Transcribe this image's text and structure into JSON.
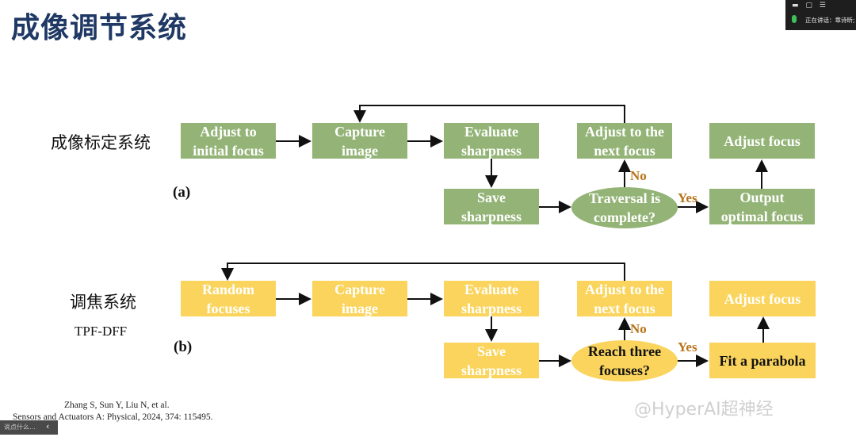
{
  "title": "成像调节系统",
  "meeting_widget": {
    "status": "正在讲话：",
    "speaker": "章诗昕;"
  },
  "bottom_bar": {
    "text": "说点什么...",
    "chevron": "‹"
  },
  "row_a": {
    "label": "成像标定系统",
    "panel": "(a)",
    "nodes": {
      "adjust_initial": "Adjust to\ninitial focus",
      "capture": "Capture\nimage",
      "evaluate": "Evaluate\nsharpness",
      "adjust_next": "Adjust to the\nnext focus",
      "adjust_focus": "Adjust focus",
      "save": "Save\nsharpness",
      "decision": "Traversal is\ncomplete?",
      "output": "Output\noptimal focus"
    },
    "edges": {
      "no": "No",
      "yes": "Yes"
    }
  },
  "row_b": {
    "label": "调焦系统",
    "sublabel": "TPF-DFF",
    "panel": "(b)",
    "nodes": {
      "random": "Random\nfocuses",
      "capture": "Capture\nimage",
      "evaluate": "Evaluate\nsharpness",
      "adjust_next": "Adjust to the\nnext focus",
      "adjust_focus": "Adjust focus",
      "save": "Save\nsharpness",
      "decision": "Reach three\nfocuses?",
      "fit": "Fit a parabola"
    },
    "edges": {
      "no": "No",
      "yes": "Yes"
    }
  },
  "citation": {
    "line1": "Zhang S, Sun Y, Liu N, et al.",
    "line2": "Sensors and Actuators A: Physical, 2024, 374: 115495."
  },
  "watermark": "@HyperAI超神经",
  "colors": {
    "green": "#93b476",
    "yellow": "#fad45c",
    "title": "#1f3864",
    "edge_label": "#b8741a"
  }
}
